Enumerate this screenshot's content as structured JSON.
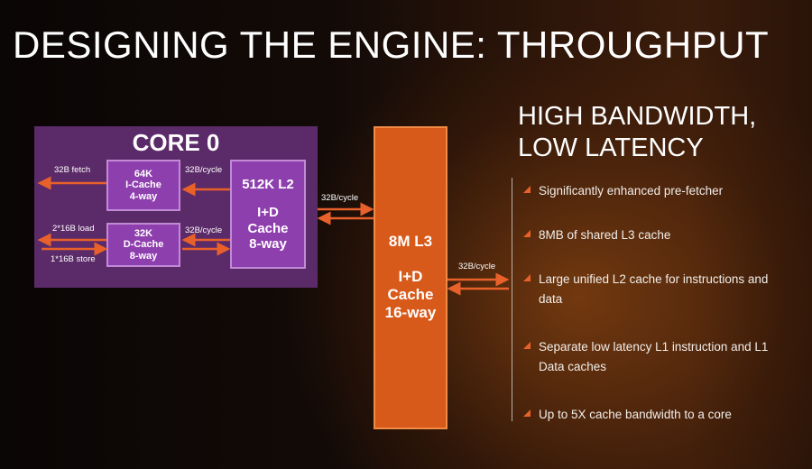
{
  "title": "DESIGNING THE ENGINE: THROUGHPUT",
  "core": {
    "title": "CORE 0",
    "icache": [
      "64K",
      "I-Cache",
      "4-way"
    ],
    "dcache": [
      "32K",
      "D-Cache",
      "8-way"
    ],
    "l2": {
      "head": "512K L2",
      "lines": [
        "I+D",
        "Cache",
        "8-way"
      ]
    }
  },
  "l3": {
    "head": "8M L3",
    "lines": [
      "I+D",
      "Cache",
      "16-way"
    ]
  },
  "labels": {
    "fetch": "32B fetch",
    "load": "2*16B load",
    "store": "1*16B store",
    "icache_l2": "32B/cycle",
    "dcache_l2": "32B/cycle",
    "l2_l3": "32B/cycle",
    "l3_out": "32B/cycle"
  },
  "colors": {
    "accent": "#e8612a",
    "core_bg": "#5b2a68",
    "cache_box": "#8e3fae",
    "l3": "#d85a1a"
  },
  "heading": [
    "HIGH BANDWIDTH,",
    "LOW LATENCY"
  ],
  "bullets": [
    "Significantly enhanced pre-fetcher",
    "8MB of shared L3 cache",
    "Large unified L2 cache for instructions and data",
    "Separate low latency  L1 instruction and L1 Data caches",
    "Up to 5X cache bandwidth to a core"
  ]
}
